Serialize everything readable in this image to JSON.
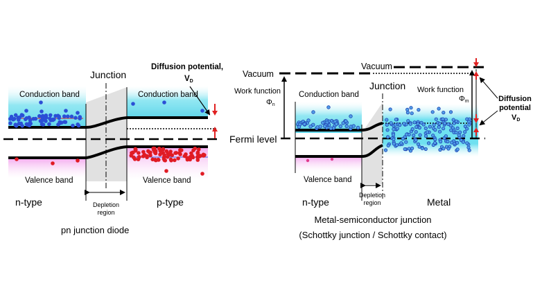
{
  "left_diagram": {
    "junction_label": "Junction",
    "diffusion_title": "Diffusion potential,",
    "diffusion_symbol": "V",
    "diffusion_sub": "D",
    "conduction_n": "Conduction band",
    "conduction_p": "Conduction band",
    "valence_n": "Valence band",
    "valence_p": "Valence band",
    "n_type": "n-type",
    "p_type": "p-type",
    "depletion_line1": "Depletion",
    "depletion_line2": "region",
    "caption": "pn junction diode"
  },
  "right_diagram": {
    "vacuum_left": "Vacuum",
    "vacuum_right": "Vacuum",
    "work_function_n_label": "Work function",
    "work_function_n_symbol": "Φ",
    "work_function_n_sub": "n",
    "work_function_m_label": "Work function",
    "work_function_m_symbol": "Φ",
    "work_function_m_sub": "m",
    "conduction": "Conduction band",
    "junction_label": "Junction",
    "fermi_level": "Fermi level",
    "valence": "Valence band",
    "n_type": "n-type",
    "metal": "Metal",
    "depletion_line1": "Depletion",
    "depletion_line2": "region",
    "diffusion_line1": "Diffusion",
    "diffusion_line2": "potential",
    "diffusion_symbol": "V",
    "diffusion_sub": "D",
    "caption_line1": "Metal-semiconductor junction",
    "caption_line2": "(Schottky junction / Schottky contact)"
  },
  "colors": {
    "electron": "#2b4fd6",
    "hole": "#e01b24",
    "conduction_fill": "#7fe3f0",
    "valence_fill": "#f3a8ee",
    "depletion_fill": "#dcdcdc",
    "band_line": "#000000",
    "red_line": "#e02020",
    "blue_line": "#4060e0"
  }
}
